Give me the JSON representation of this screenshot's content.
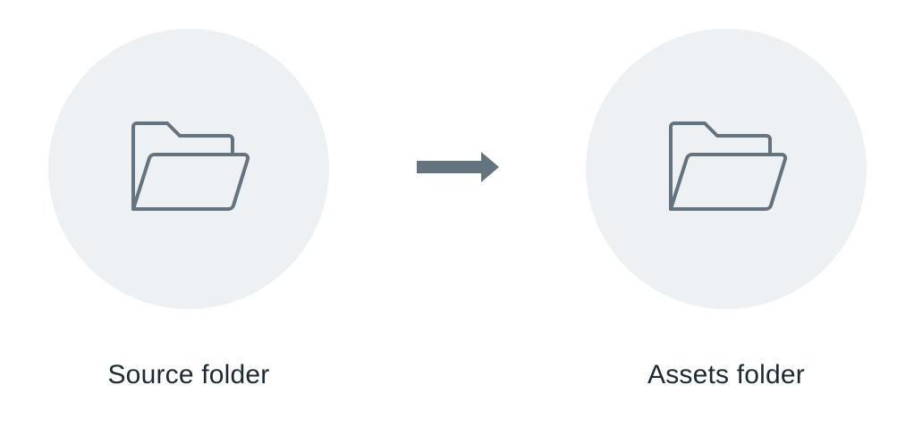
{
  "diagram": {
    "nodes": [
      {
        "id": "source",
        "label": "Source folder",
        "icon": "folder-open-icon"
      },
      {
        "id": "assets",
        "label": "Assets folder",
        "icon": "folder-open-icon"
      }
    ],
    "edges": [
      {
        "from": "source",
        "to": "assets",
        "icon": "arrow-right-icon"
      }
    ],
    "colors": {
      "circle_fill": "#eef1f4",
      "icon_stroke": "#65737e",
      "arrow_fill": "#65737e",
      "label_text": "#1c2b33"
    }
  }
}
